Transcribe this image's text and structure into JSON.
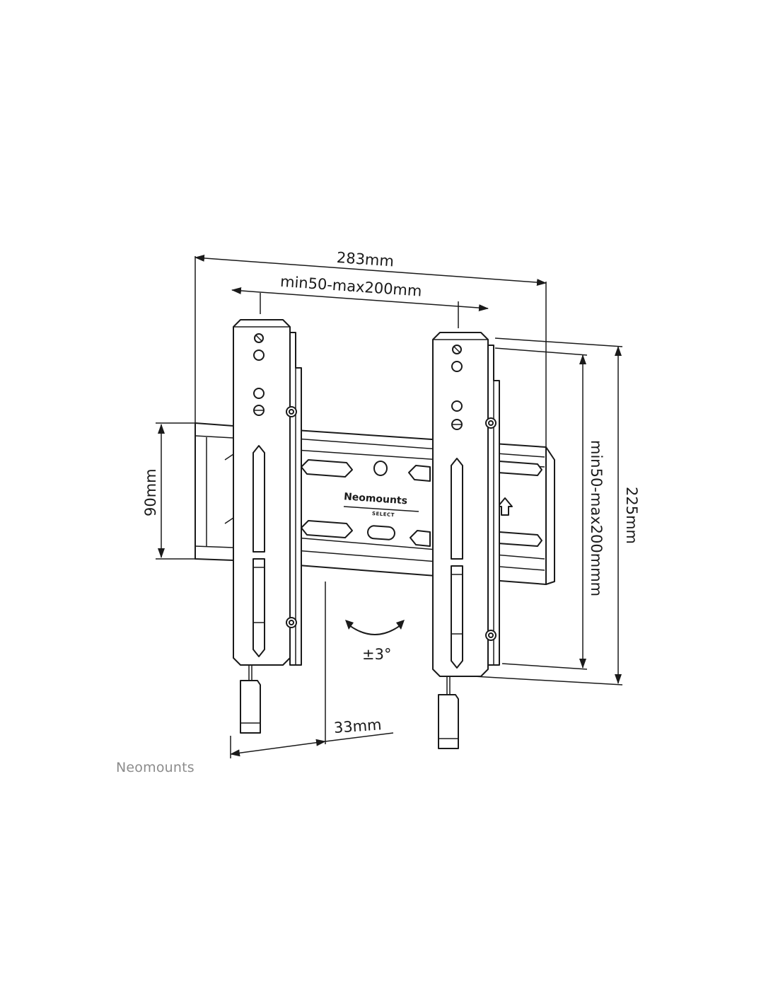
{
  "dimensions": {
    "overall_width": "283mm",
    "hole_spacing_horizontal": "min50-max200mm",
    "hole_spacing_vertical": "min50-max200mmm",
    "overall_height": "225mm",
    "rail_height": "90mm",
    "wall_distance": "33mm",
    "tilt": "±3°"
  },
  "product_logo": {
    "name": "Neomounts",
    "line": "SELECT"
  },
  "brand_footer": "Neomounts",
  "colors": {
    "line": "#1a1a1a",
    "brand_gray": "#8c8c8c"
  },
  "icons": [
    "up-arrow-icon",
    "tilt-arrows-icon"
  ]
}
